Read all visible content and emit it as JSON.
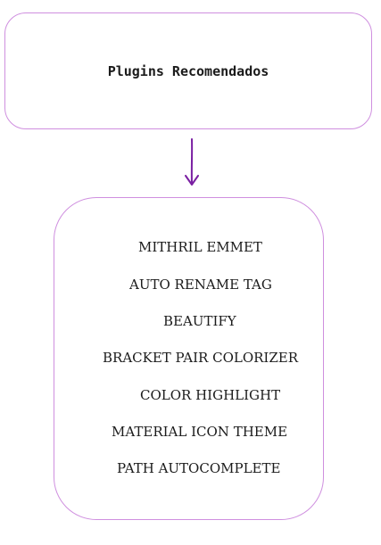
{
  "header_box": {
    "title": "Plugins Recomendados"
  },
  "plugins": [
    "MITHRIL EMMET",
    "AUTO RENAME TAG",
    "BEAUTIFY",
    "BRACKET PAIR COLORIZER",
    "COLOR HIGHLIGHT",
    "MATERIAL ICON THEME",
    "PATH AUTOCOMPLETE"
  ],
  "colors": {
    "border": "#cf8fdf",
    "arrow": "#7a1fa2",
    "text": "#1b1b1b"
  }
}
